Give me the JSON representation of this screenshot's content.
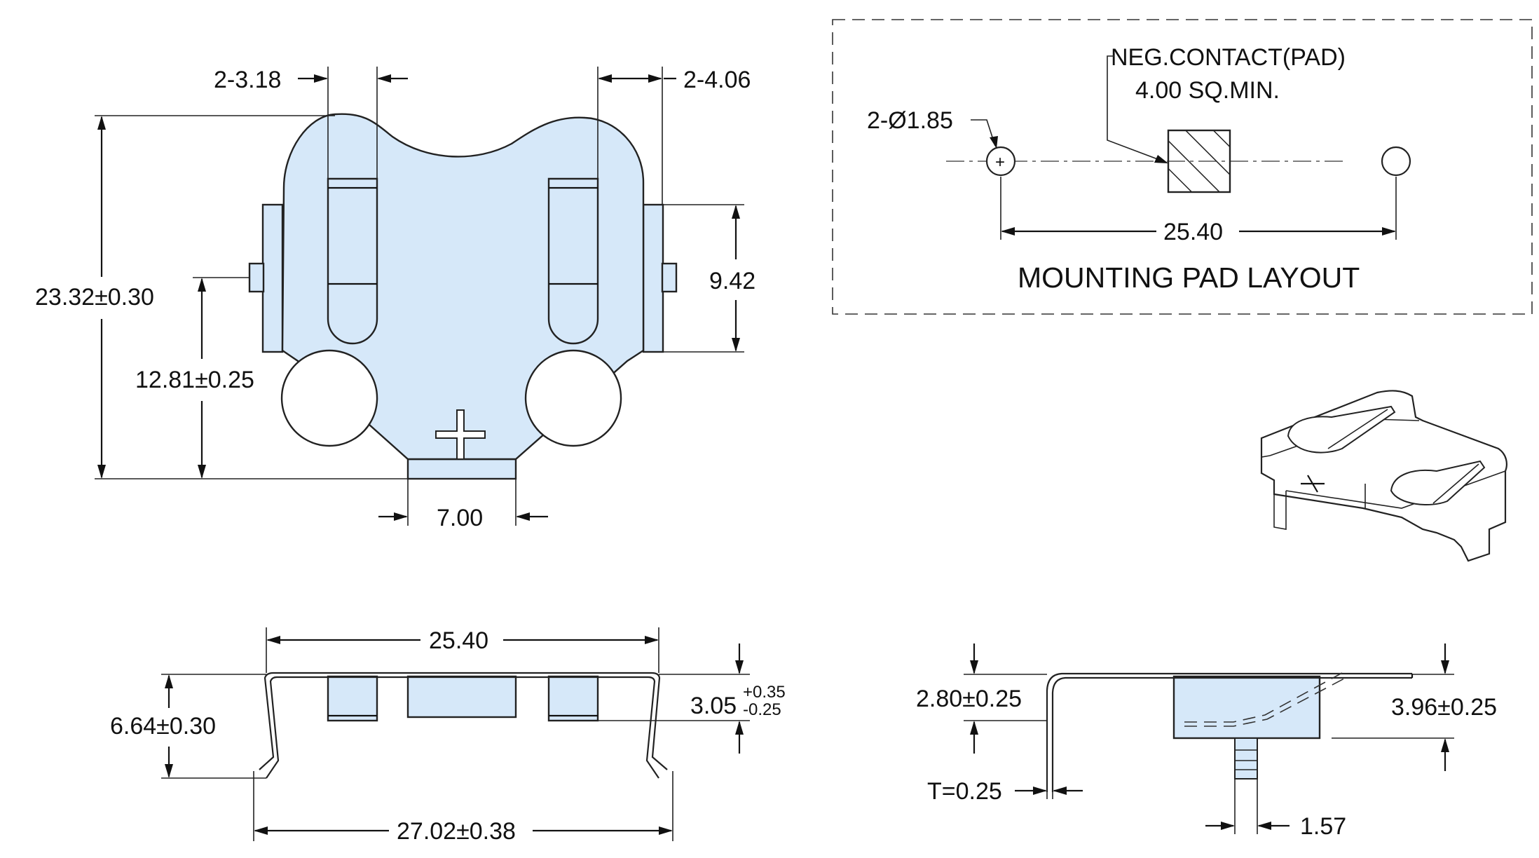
{
  "top_view": {
    "dim_tab_width": "2-3.18",
    "dim_side_width": "2-4.06",
    "dim_total_height": "23.32±0.30",
    "dim_side_height": "9.42",
    "dim_center_height": "12.81±0.25",
    "dim_tab_bottom": "7.00"
  },
  "mounting_pad_layout": {
    "title": "MOUNTING PAD LAYOUT",
    "hole_label": "2-Ø1.85",
    "contact_label_line1": "NEG.CONTACT(PAD)",
    "contact_label_line2": "4.00 SQ.MIN.",
    "hole_spacing": "25.40",
    "plus_mark": "+"
  },
  "front_view": {
    "dim_top_width": "25.40",
    "dim_height": "6.64±0.30",
    "dim_tab_height": "3.05",
    "dim_tab_tol_plus": "+0.35",
    "dim_tab_tol_minus": "-0.25",
    "dim_bottom_width": "27.02±0.38"
  },
  "side_view": {
    "dim_height": "2.80±0.25",
    "dim_thickness": "T=0.25",
    "dim_total": "3.96±0.25",
    "dim_pin": "1.57"
  }
}
